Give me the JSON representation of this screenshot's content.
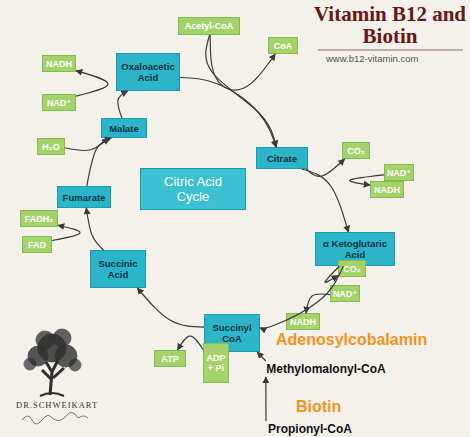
{
  "diagram": {
    "title": "Vitamin B12 and Biotin",
    "nodes": [
      {
        "text": [
          "Acetyl-CoA"
        ]
      },
      {
        "text": [
          "CoA"
        ]
      },
      {
        "text": [
          "Oxaloacetic Acid"
        ]
      },
      {
        "text": [
          "NADH"
        ]
      },
      {
        "text": [
          "NAD⁺"
        ]
      },
      {
        "text": [
          "Malate"
        ]
      },
      {
        "text": [
          "H₂O"
        ]
      },
      {
        "text": [
          "Citrate"
        ]
      },
      {
        "text": [
          "CO₂"
        ]
      },
      {
        "text": [
          "Citric Acid Cycle"
        ]
      },
      {
        "text": [
          "NAD⁺"
        ]
      },
      {
        "text": [
          "NADH"
        ]
      },
      {
        "text": [
          "Fumarate"
        ]
      },
      {
        "text": [
          "FADH₂"
        ]
      },
      {
        "text": [
          "α Ketoglutaric Acid"
        ]
      },
      {
        "text": [
          "FAD"
        ]
      },
      {
        "text": [
          "Succinic Acid"
        ]
      },
      {
        "text": [
          "CO₂"
        ]
      },
      {
        "text": [
          "NAD⁺"
        ]
      },
      {
        "text": [
          "Succinyl CoA"
        ]
      },
      {
        "text": [
          "NADH"
        ]
      },
      {
        "text": [
          "ATP"
        ]
      },
      {
        "text": [
          "ADP + Pi"
        ]
      },
      {
        "text": [
          "Methylomalonyl-CoA"
        ]
      },
      {
        "text": [
          "Propionyl-CoA"
        ]
      }
    ],
    "edges": [
      {
        "from": 2,
        "to": 7,
        "arrow": "to"
      },
      {
        "from": 0,
        "to": 7,
        "arrow": "to"
      },
      {
        "from": 0,
        "to": 1,
        "arrow": "to"
      },
      {
        "from": 7,
        "to": 14,
        "arrow": "to"
      },
      {
        "from": 7,
        "to": 8,
        "arrow": "to"
      },
      {
        "from": 10,
        "to": 11,
        "arrow": "to"
      },
      {
        "from": 14,
        "to": 19,
        "arrow": "to"
      },
      {
        "from": 14,
        "to": 17,
        "arrow": "to"
      },
      {
        "from": 18,
        "to": 20,
        "arrow": "to"
      },
      {
        "from": 19,
        "to": 16,
        "arrow": "to"
      },
      {
        "from": 22,
        "to": 21,
        "arrow": "to"
      },
      {
        "from": 16,
        "to": 12,
        "arrow": "to"
      },
      {
        "from": 15,
        "to": 13,
        "arrow": "to"
      },
      {
        "from": 12,
        "to": 5,
        "arrow": "to"
      },
      {
        "from": 6,
        "to": 5,
        "arrow": "to"
      },
      {
        "from": 5,
        "to": 2,
        "arrow": "to"
      },
      {
        "from": 4,
        "to": 3,
        "arrow": "to"
      },
      {
        "from": 23,
        "to": 19,
        "arrow": "to"
      },
      {
        "from": 24,
        "to": 23,
        "arrow": "to"
      }
    ],
    "labels": [
      "www.b12-vitamin.com",
      "Adenosylcobalamin",
      "Biotin",
      "DR.SCHWEIKART"
    ]
  }
}
